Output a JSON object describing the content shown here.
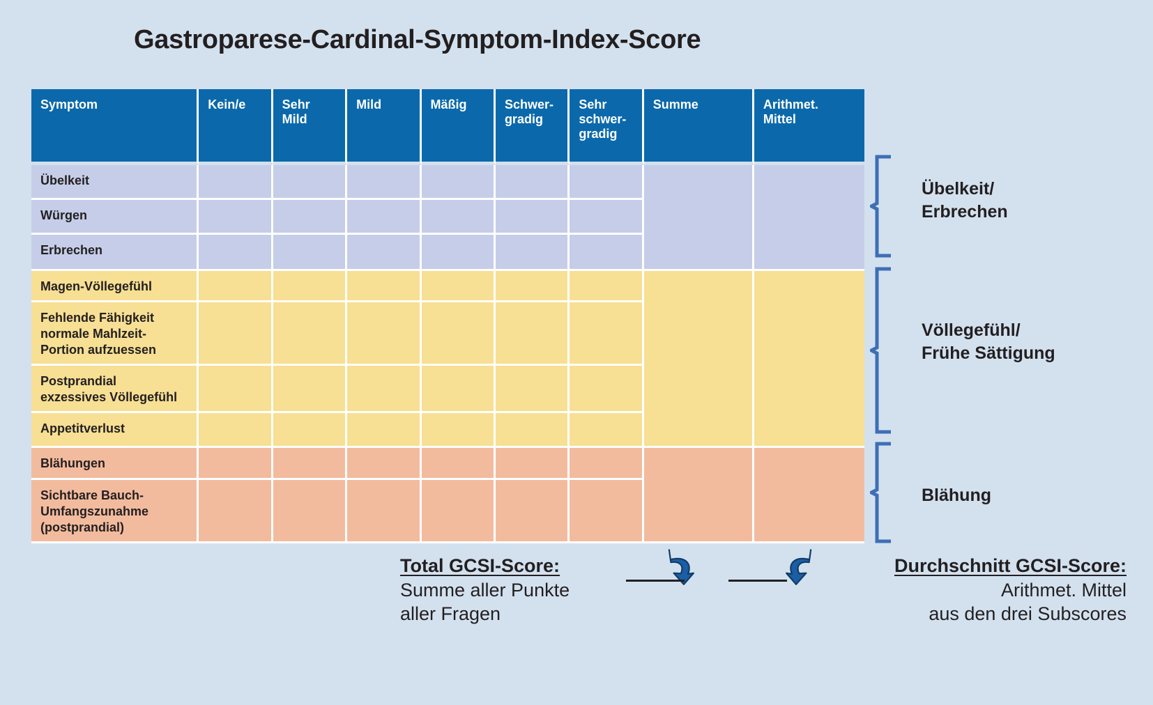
{
  "page": {
    "title": "Gastroparese-Cardinal-Symptom-Index-Score",
    "background_color": "#d3e1ef"
  },
  "table": {
    "header_color": "#0b69ab",
    "columns": [
      {
        "key": "symptom",
        "label": "Symptom"
      },
      {
        "key": "keine",
        "label": "Kein/e"
      },
      {
        "key": "sehrmild",
        "label": "Sehr\nMild"
      },
      {
        "key": "mild",
        "label": "Mild"
      },
      {
        "key": "maessig",
        "label": "Mäßig"
      },
      {
        "key": "schwer",
        "label": "Schwer-\ngradig"
      },
      {
        "key": "sehrschwer",
        "label": "Sehr\nschwer-\ngradig"
      },
      {
        "key": "summe",
        "label": "Summe"
      },
      {
        "key": "mittel",
        "label": "Arithmet.\nMittel"
      }
    ],
    "groups": [
      {
        "name": "uebelkeit-erbrechen",
        "color": "#c5cde8",
        "brace_label": "Übelkeit/\nErbrechen",
        "rows": [
          {
            "label": "Übelkeit"
          },
          {
            "label": "Würgen"
          },
          {
            "label": "Erbrechen"
          }
        ]
      },
      {
        "name": "voellegefuehl-saettigung",
        "color": "#f7df93",
        "brace_label": "Völlegefühl/\nFrühe Sättigung",
        "rows": [
          {
            "label": "Magen-Völlegefühl"
          },
          {
            "label": "Fehlende Fähigkeit\nnormale Mahlzeit-\nPortion aufzuessen"
          },
          {
            "label": "Postprandial\nexzessives Völlegefühl"
          },
          {
            "label": "Appetitverlust"
          }
        ]
      },
      {
        "name": "blaehung",
        "color": "#f2bb9e",
        "brace_label": "Blähung",
        "rows": [
          {
            "label": "Blähungen"
          },
          {
            "label": "Sichtbare Bauch-\nUmfangszunahme\n(postprandial)"
          }
        ]
      }
    ]
  },
  "notes": {
    "total": {
      "heading": "Total GCSI-Score:",
      "line1": "Summe aller Punkte",
      "line2": "aller Fragen"
    },
    "average": {
      "heading": "Durchschnitt GCSI-Score:",
      "line1": "Arithmet. Mittel",
      "line2": "aus den drei Subscores"
    }
  },
  "icons": {
    "arrow_left": "curved-arrow-left-icon",
    "arrow_right": "curved-arrow-right-icon",
    "arrow_color": "#145ea0"
  }
}
